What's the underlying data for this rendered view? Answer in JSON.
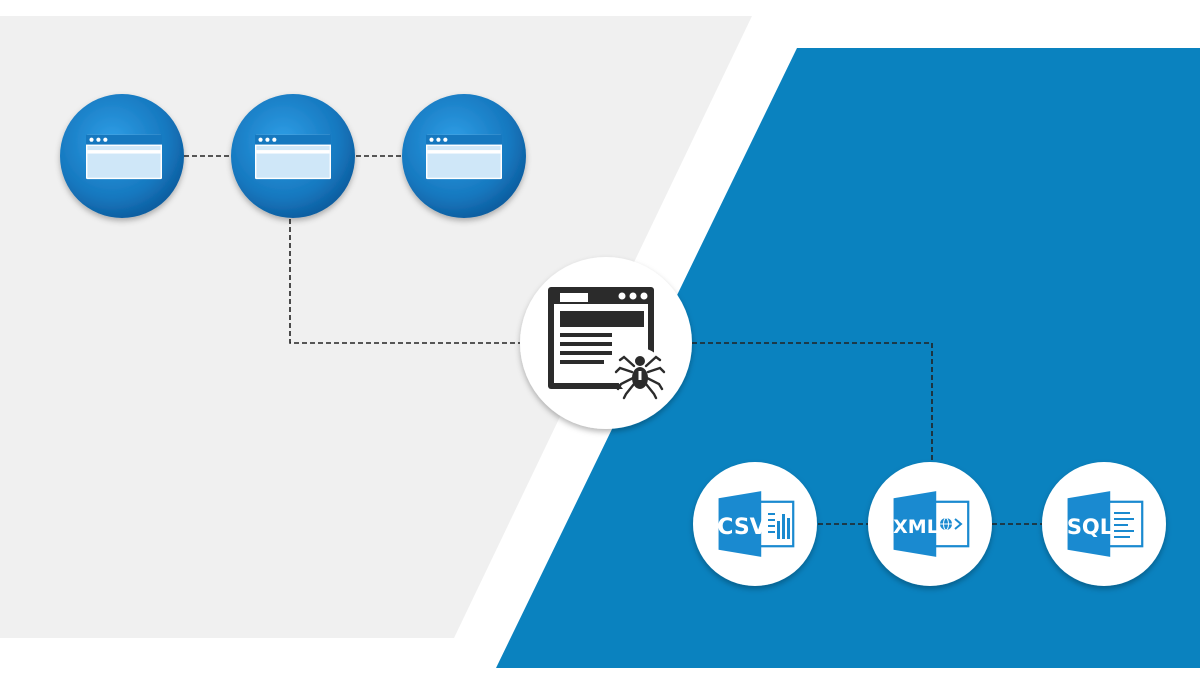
{
  "colors": {
    "background": "#ffffff",
    "left_panel": "#f0f0f0",
    "right_panel": "#0a82bf",
    "connector": "#222222",
    "page_circle": "#1678bf",
    "file_blue": "#1a8ad0",
    "scraper_circle": "#ffffff",
    "scraper_icon": "#2b2b2b"
  },
  "web_pages": [
    {
      "icon": "browser-window-icon"
    },
    {
      "icon": "browser-window-icon"
    },
    {
      "icon": "browser-window-icon"
    }
  ],
  "scraper": {
    "icon": "browser-spider-icon"
  },
  "outputs": [
    {
      "label": "CSV",
      "icon": "csv-file-icon"
    },
    {
      "label": "XML",
      "icon": "xml-file-icon"
    },
    {
      "label": "SQL",
      "icon": "sql-file-icon"
    }
  ]
}
